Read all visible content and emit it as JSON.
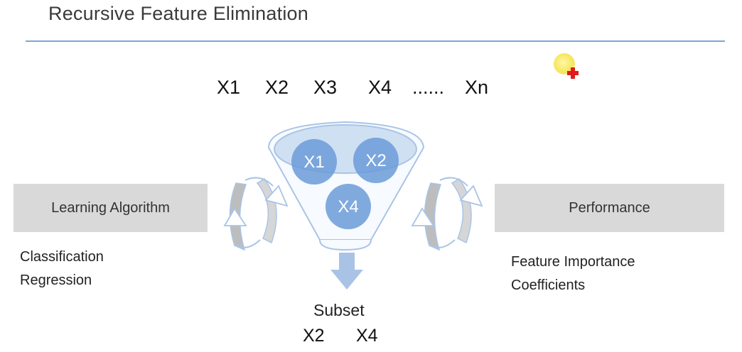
{
  "title": "Recursive Feature Elimination",
  "features": [
    "X1",
    "X2",
    "X3",
    "X4",
    "......",
    "Xn"
  ],
  "funnel": {
    "circles": [
      "X1",
      "X2",
      "X4"
    ]
  },
  "left_box": {
    "label": "Learning Algorithm",
    "items": [
      "Classification",
      "Regression"
    ]
  },
  "right_box": {
    "label": "Performance",
    "items": [
      "Feature Importance",
      "Coefficients"
    ]
  },
  "subset": {
    "label": "Subset",
    "items": [
      "X2",
      "X4"
    ]
  },
  "colors": {
    "rule": "#7fa6d6",
    "box": "#d9d9d9",
    "circle": "#6b9bd8",
    "funnel_line": "#a9c4e6",
    "arrow": "#a9c3e6",
    "cursor": "#f6e55a",
    "cursor_plus": "#e01b1b"
  },
  "icons": [
    "cycle-arrow-icon",
    "down-arrow-icon",
    "cursor-highlight-icon"
  ]
}
